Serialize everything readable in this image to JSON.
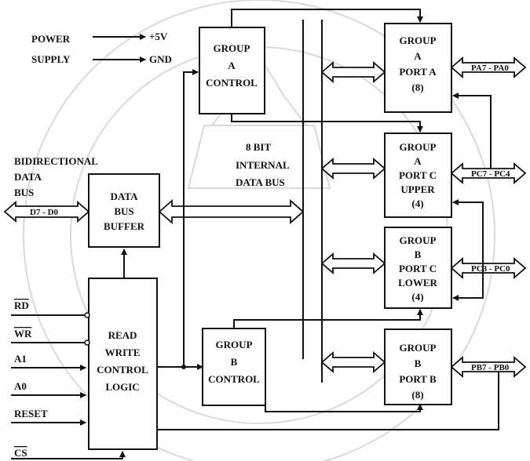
{
  "power": {
    "label_line1": "POWER",
    "label_line2": "SUPPLY",
    "v5": "+5V",
    "gnd": "GND"
  },
  "bidirectional": {
    "line1": "BIDIRECTIONAL",
    "line2": "DATA",
    "line3": "BUS",
    "pins": "D7 - D0"
  },
  "internal_bus": {
    "line1": "8 BIT",
    "line2": "INTERNAL",
    "line3": "DATA BUS"
  },
  "blocks": {
    "data_bus_buffer": [
      "DATA",
      "BUS",
      "BUFFER"
    ],
    "read_write_control": [
      "READ",
      "WRITE",
      "CONTROL",
      "LOGIC"
    ],
    "group_a_control": [
      "GROUP",
      "A",
      "CONTROL"
    ],
    "group_b_control": [
      "GROUP",
      "B",
      "CONTROL"
    ],
    "group_a_port_a": [
      "GROUP",
      "A",
      "PORT A",
      "(8)"
    ],
    "group_a_port_c_upper": [
      "GROUP",
      "A",
      "PORT C",
      "UPPER",
      "(4)"
    ],
    "group_b_port_c_lower": [
      "GROUP",
      "B",
      "PORT C",
      "LOWER",
      "(4)"
    ],
    "group_b_port_b": [
      "GROUP",
      "B",
      "PORT B",
      "(8)"
    ]
  },
  "ports": {
    "pa": "PA7 - PA0",
    "pc_upper": "PC7 - PC4",
    "pc_lower": "PC3 - PC0",
    "pb": "PB7 - PB0"
  },
  "control_signals": [
    "RD",
    "WR",
    "A1",
    "A0",
    "RESET",
    "CS"
  ]
}
